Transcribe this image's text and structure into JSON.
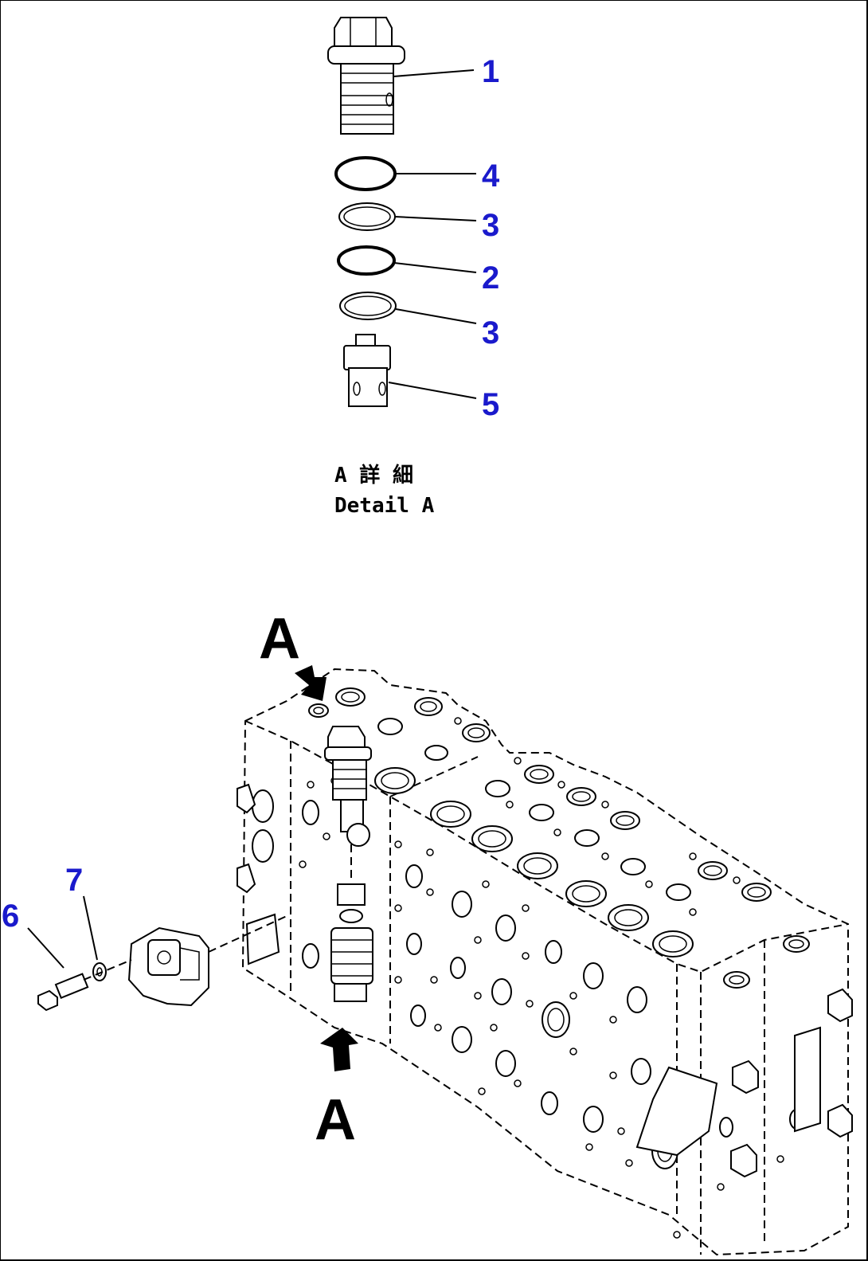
{
  "detail": {
    "caption_jp": "A 詳 細",
    "caption_en": "Detail A"
  },
  "view_markers": {
    "top": "A",
    "bottom": "A"
  },
  "callouts": [
    {
      "id": "c1",
      "label": "1"
    },
    {
      "id": "c4",
      "label": "4"
    },
    {
      "id": "c3a",
      "label": "3"
    },
    {
      "id": "c2",
      "label": "2"
    },
    {
      "id": "c3b",
      "label": "3"
    },
    {
      "id": "c5",
      "label": "5"
    },
    {
      "id": "c7",
      "label": "7"
    },
    {
      "id": "c6",
      "label": "6"
    }
  ],
  "colors": {
    "callout": "#1a1acc",
    "line": "#000000"
  }
}
